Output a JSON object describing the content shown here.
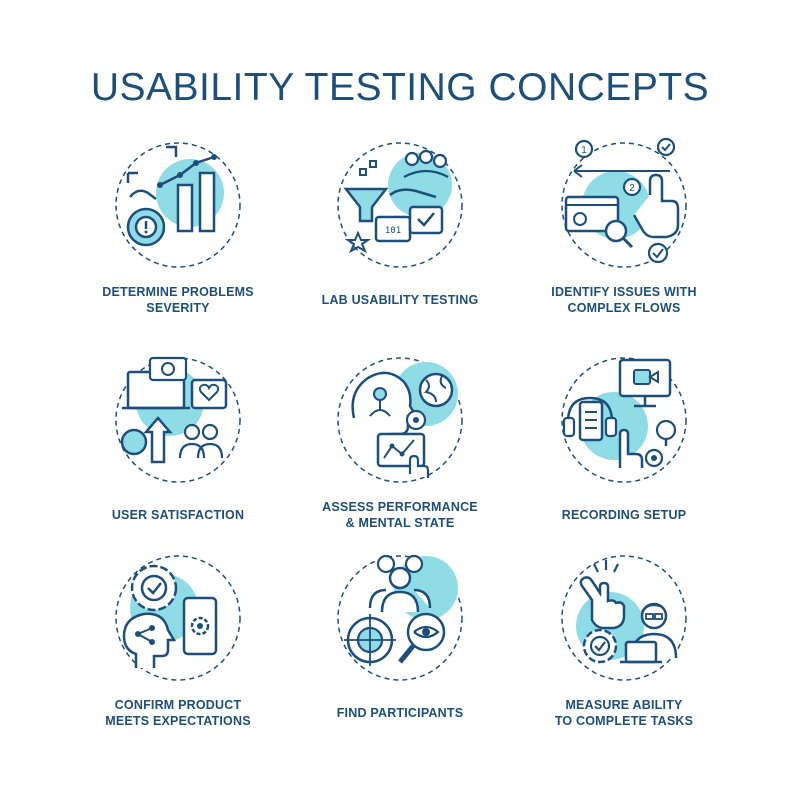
{
  "title": "USABILITY TESTING CONCEPTS",
  "colors": {
    "accent": "#8fdce6",
    "stroke": "#1e4f7a",
    "text": "#1e4f7a"
  },
  "items": [
    {
      "lines": [
        "DETERMINE PROBLEMS",
        "SEVERITY"
      ],
      "icon": "severity-chart-icon"
    },
    {
      "lines": [
        "LAB USABILITY TESTING"
      ],
      "icon": "lab-funnel-icon"
    },
    {
      "lines": [
        "IDENTIFY ISSUES WITH",
        "COMPLEX FLOWS"
      ],
      "icon": "complex-flow-icon"
    },
    {
      "lines": [
        "USER SATISFACTION"
      ],
      "icon": "satisfaction-icon"
    },
    {
      "lines": [
        "ASSESS PERFORMANCE",
        "& MENTAL STATE"
      ],
      "icon": "mental-state-icon"
    },
    {
      "lines": [
        "RECORDING SETUP"
      ],
      "icon": "recording-icon"
    },
    {
      "lines": [
        "CONFIRM PRODUCT",
        "MEETS EXPECTATIONS"
      ],
      "icon": "confirm-product-icon"
    },
    {
      "lines": [
        "FIND PARTICIPANTS"
      ],
      "icon": "participants-icon"
    },
    {
      "lines": [
        "MEASURE ABILITY",
        "TO COMPLETE TASKS"
      ],
      "icon": "measure-ability-icon"
    }
  ]
}
